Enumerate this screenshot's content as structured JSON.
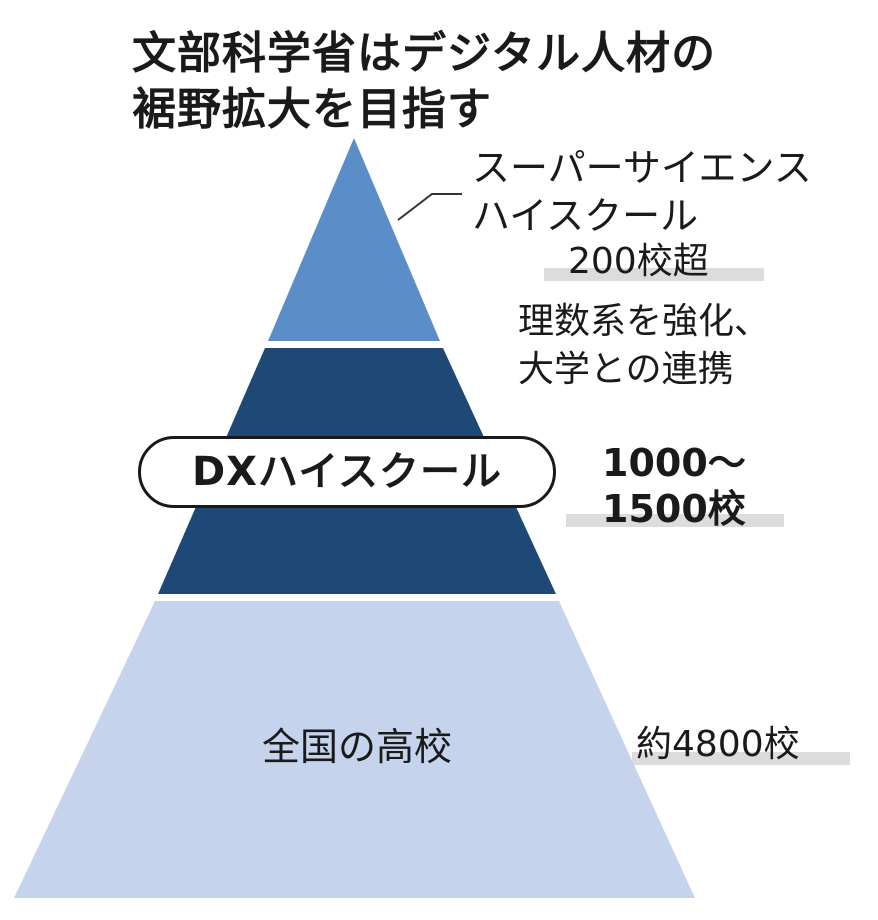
{
  "title": {
    "line1": "文部科学省はデジタル人材の",
    "line2": "裾野拡大を目指す"
  },
  "tiers": [
    {
      "name_lines": [
        "スーパーサイエンス",
        "ハイスクール"
      ],
      "count": "200校超",
      "description_lines": [
        "理数系を強化、",
        "大学との連携"
      ],
      "color": "#5b8dc9"
    },
    {
      "name": "DXハイスクール",
      "count_lines": [
        "1000〜",
        "1500校"
      ],
      "color": "#1e4976"
    },
    {
      "name": "全国の高校",
      "count": "約4800校",
      "color": "#c5d4ec"
    }
  ],
  "colors": {
    "highlight_bar": "#dcdcdc",
    "text": "#1a1a1a",
    "leader_line": "#333333"
  }
}
